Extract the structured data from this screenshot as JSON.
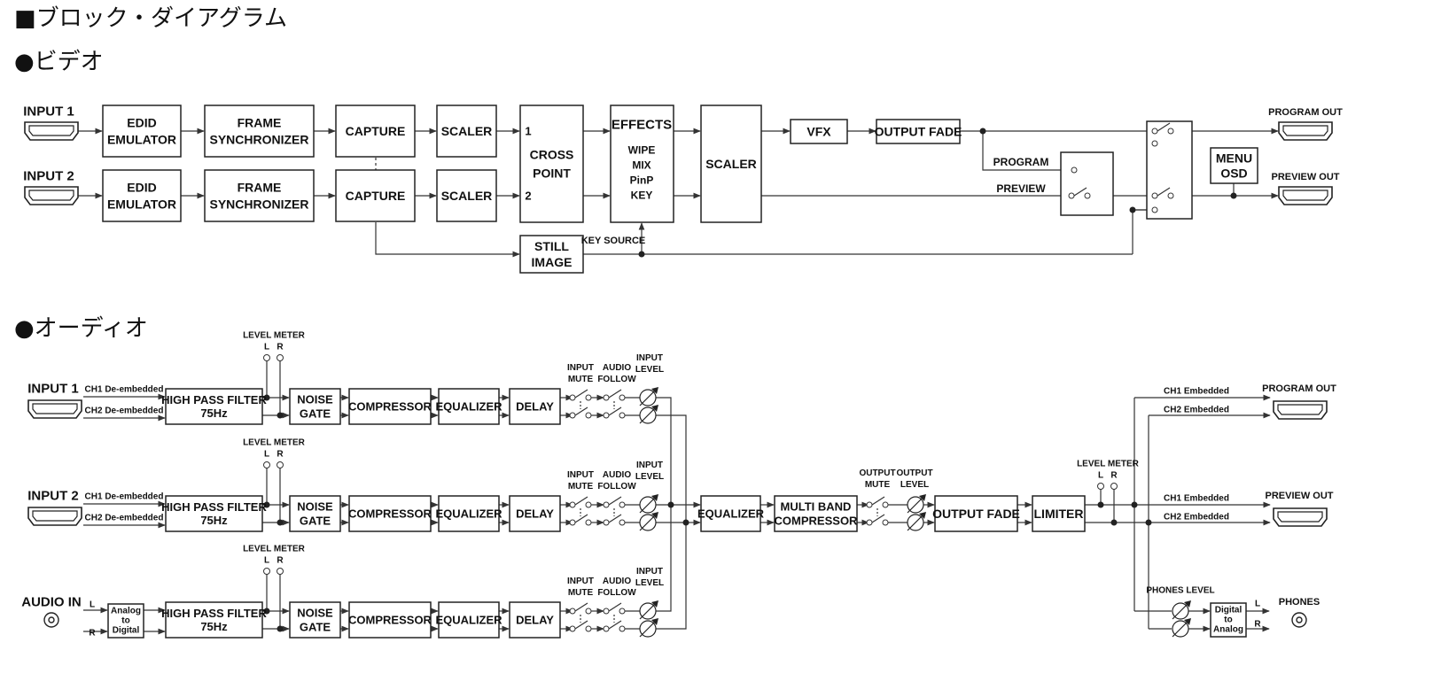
{
  "title": "■ブロック・ダイアグラム",
  "video": {
    "heading": "●ビデオ",
    "input1": "INPUT 1",
    "input2": "INPUT 2",
    "edid": [
      "EDID",
      "EMULATOR"
    ],
    "frame_sync": [
      "FRAME",
      "SYNCHRONIZER"
    ],
    "capture": "CAPTURE",
    "scaler": "SCALER",
    "cross_point": [
      "CROSS",
      "POINT"
    ],
    "cross_in1": "1",
    "cross_in2": "2",
    "effects_title": "EFFECTS",
    "effects_items": [
      "WIPE",
      "MIX",
      "PinP",
      "KEY"
    ],
    "still_image": [
      "STILL",
      "IMAGE"
    ],
    "key_source": "KEY SOURCE",
    "vfx": "VFX",
    "output_fade": "OUTPUT FADE",
    "program": "PROGRAM",
    "preview": "PREVIEW",
    "menu_osd": [
      "MENU",
      "OSD"
    ],
    "program_out": "PROGRAM OUT",
    "preview_out": "PREVIEW OUT"
  },
  "audio": {
    "heading": "●オーディオ",
    "input1": "INPUT 1",
    "input2": "INPUT 2",
    "audio_in": "AUDIO IN",
    "ch1_deembedded": "CH1 De-embedded",
    "ch2_deembedded": "CH2 De-embedded",
    "in_l": "L",
    "in_r": "R",
    "analog_to_digital": [
      "Analog",
      "to",
      "Digital"
    ],
    "hpf": [
      "HIGH PASS FILTER",
      "75Hz"
    ],
    "level_meter": "LEVEL METER",
    "lm_l": "L",
    "lm_r": "R",
    "noise_gate": [
      "NOISE",
      "GATE"
    ],
    "compressor": "COMPRESSOR",
    "equalizer": "EQUALIZER",
    "delay": "DELAY",
    "input_mute": [
      "INPUT",
      "MUTE"
    ],
    "audio_follow": [
      "AUDIO",
      "FOLLOW"
    ],
    "input_level": [
      "INPUT",
      "LEVEL"
    ],
    "main_equalizer": "EQUALIZER",
    "multiband": [
      "MULTI BAND",
      "COMPRESSOR"
    ],
    "output_mute": [
      "OUTPUT",
      "MUTE"
    ],
    "output_level": [
      "OUTPUT",
      "LEVEL"
    ],
    "output_fade": "OUTPUT FADE",
    "limiter": "LIMITER",
    "out_level_meter": "LEVEL METER",
    "ch1_embedded": "CH1 Embedded",
    "ch2_embedded": "CH2 Embedded",
    "program_out": "PROGRAM OUT",
    "preview_out": "PREVIEW OUT",
    "phones_level": "PHONES LEVEL",
    "digital_to_analog": [
      "Digital",
      "to",
      "Analog"
    ],
    "out_l": "L",
    "out_r": "R",
    "phones": "PHONES"
  }
}
